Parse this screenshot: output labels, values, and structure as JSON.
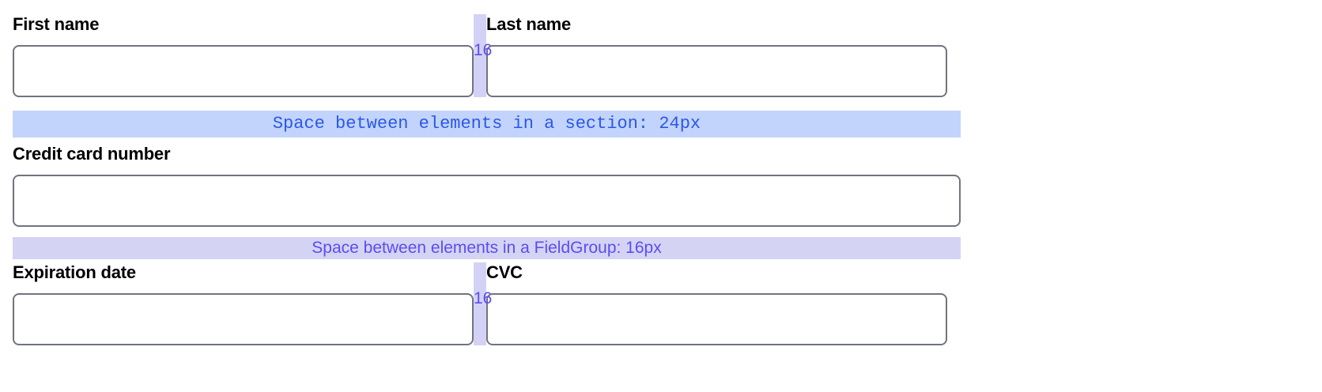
{
  "form": {
    "rows": [
      {
        "id": "name-row",
        "fields": [
          {
            "name": "first-name",
            "label": "First name",
            "value": "",
            "placeholder": ""
          },
          {
            "name": "last-name",
            "label": "Last name",
            "value": "",
            "placeholder": ""
          }
        ],
        "gap_label": "16"
      },
      {
        "id": "card-row",
        "fields": [
          {
            "name": "credit-card-number",
            "label": "Credit card number",
            "value": "",
            "placeholder": ""
          }
        ]
      },
      {
        "id": "expiration-row",
        "fields": [
          {
            "name": "expiration-date",
            "label": "Expiration date",
            "value": "",
            "placeholder": ""
          },
          {
            "name": "cvc",
            "label": "CVC",
            "value": "",
            "placeholder": ""
          }
        ],
        "gap_label": "16"
      }
    ]
  },
  "annotations": {
    "section_spacing": {
      "text": "Space between elements in a section: 24px",
      "value": "24px",
      "background": "#C2D4FC",
      "color": "#2B57E8"
    },
    "fieldgroup_spacing": {
      "text": "Space between elements in a FieldGroup: 16px",
      "value": "16px",
      "background": "#D5D3F4",
      "color": "#5B4DF0"
    },
    "column_gap": {
      "label": "16",
      "background": "#D3D2F6",
      "color": "#5B4DF0"
    }
  },
  "colors": {
    "page_background": "#FFFFFF",
    "input_border": "#70747D",
    "label_text": "#000000"
  }
}
